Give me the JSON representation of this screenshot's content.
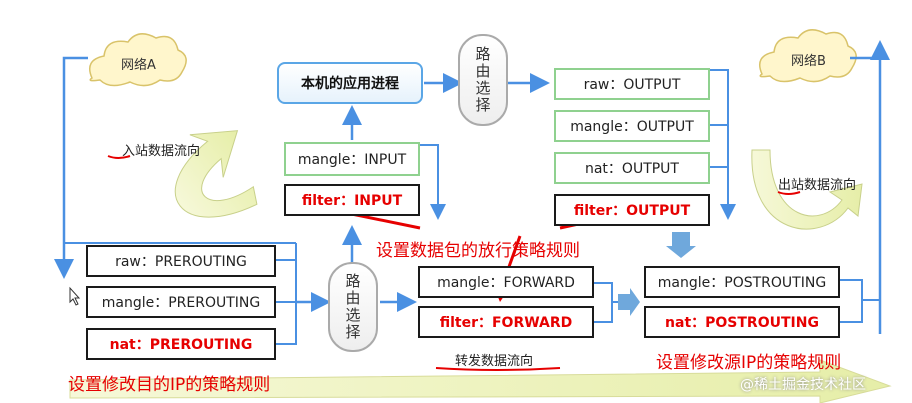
{
  "clouds": {
    "left": "网络A",
    "right": "网络B"
  },
  "app_process": "本机的应用进程",
  "routers": [
    "路由选择",
    "路由选择"
  ],
  "input_chain": {
    "mangle": "mangle：INPUT",
    "filter": "filter：INPUT"
  },
  "output_chain": {
    "raw": "raw：OUTPUT",
    "mangle": "mangle：OUTPUT",
    "nat": "nat：OUTPUT",
    "filter": "filter：OUTPUT"
  },
  "prerouting_chain": {
    "raw": "raw：PREROUTING",
    "mangle": "mangle：PREROUTING",
    "nat": "nat：PREROUTING"
  },
  "forward_chain": {
    "mangle": "mangle：FORWARD",
    "filter": "filter：FORWARD"
  },
  "postrouting_chain": {
    "mangle": "mangle：POSTROUTING",
    "nat": "nat：POSTROUTING"
  },
  "flows": {
    "inbound": "入站数据流向",
    "outbound": "出站数据流向",
    "forward": "转发数据流向"
  },
  "annotations": {
    "filter_note": "设置数据包的放行策略规则",
    "dnat_note": "设置修改目的IP的策略规则",
    "snat_note": "设置修改源IP的策略规则"
  },
  "watermark": "@稀土掘金技术社区",
  "colors": {
    "flow_blue": "#4a90e2",
    "annotation_red": "#e60000",
    "arrow_fill": "#e9f0b0"
  }
}
